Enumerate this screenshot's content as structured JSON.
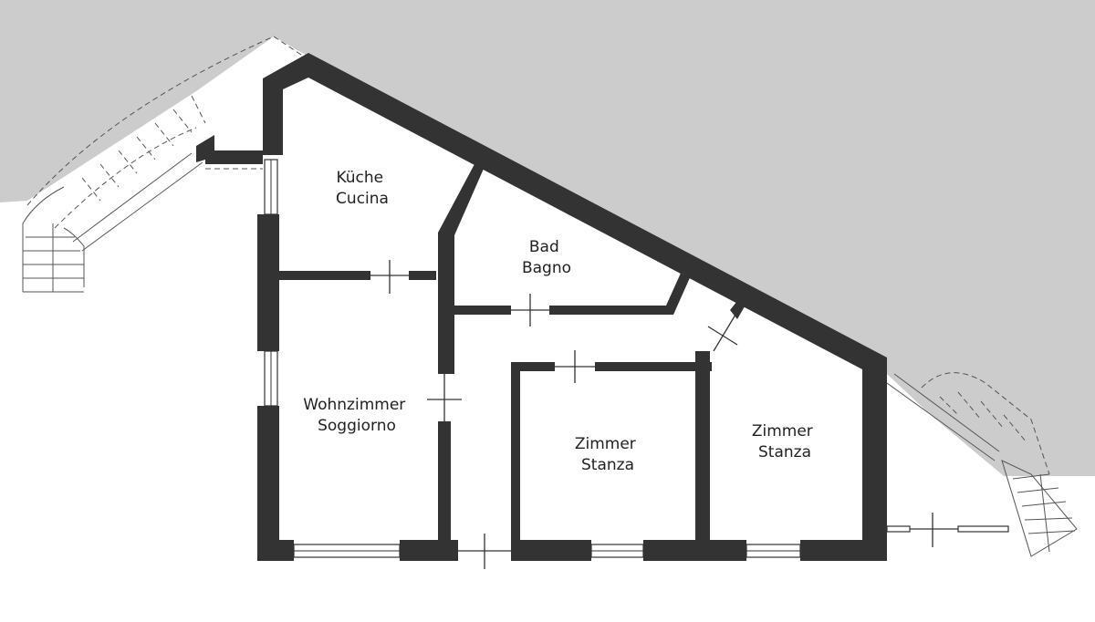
{
  "colors": {
    "background": "#ffffff",
    "outdoor_shade": "#cccccc",
    "wall": "#333333",
    "label": "#222222"
  },
  "rooms": [
    {
      "id": "kitchen",
      "line1": "Küche",
      "line2": "Cucina"
    },
    {
      "id": "bath",
      "line1": "Bad",
      "line2": "Bagno"
    },
    {
      "id": "living",
      "line1": "Wohnzimmer",
      "line2": "Soggiorno"
    },
    {
      "id": "room1",
      "line1": "Zimmer",
      "line2": "Stanza"
    },
    {
      "id": "room2",
      "line1": "Zimmer",
      "line2": "Stanza"
    }
  ]
}
